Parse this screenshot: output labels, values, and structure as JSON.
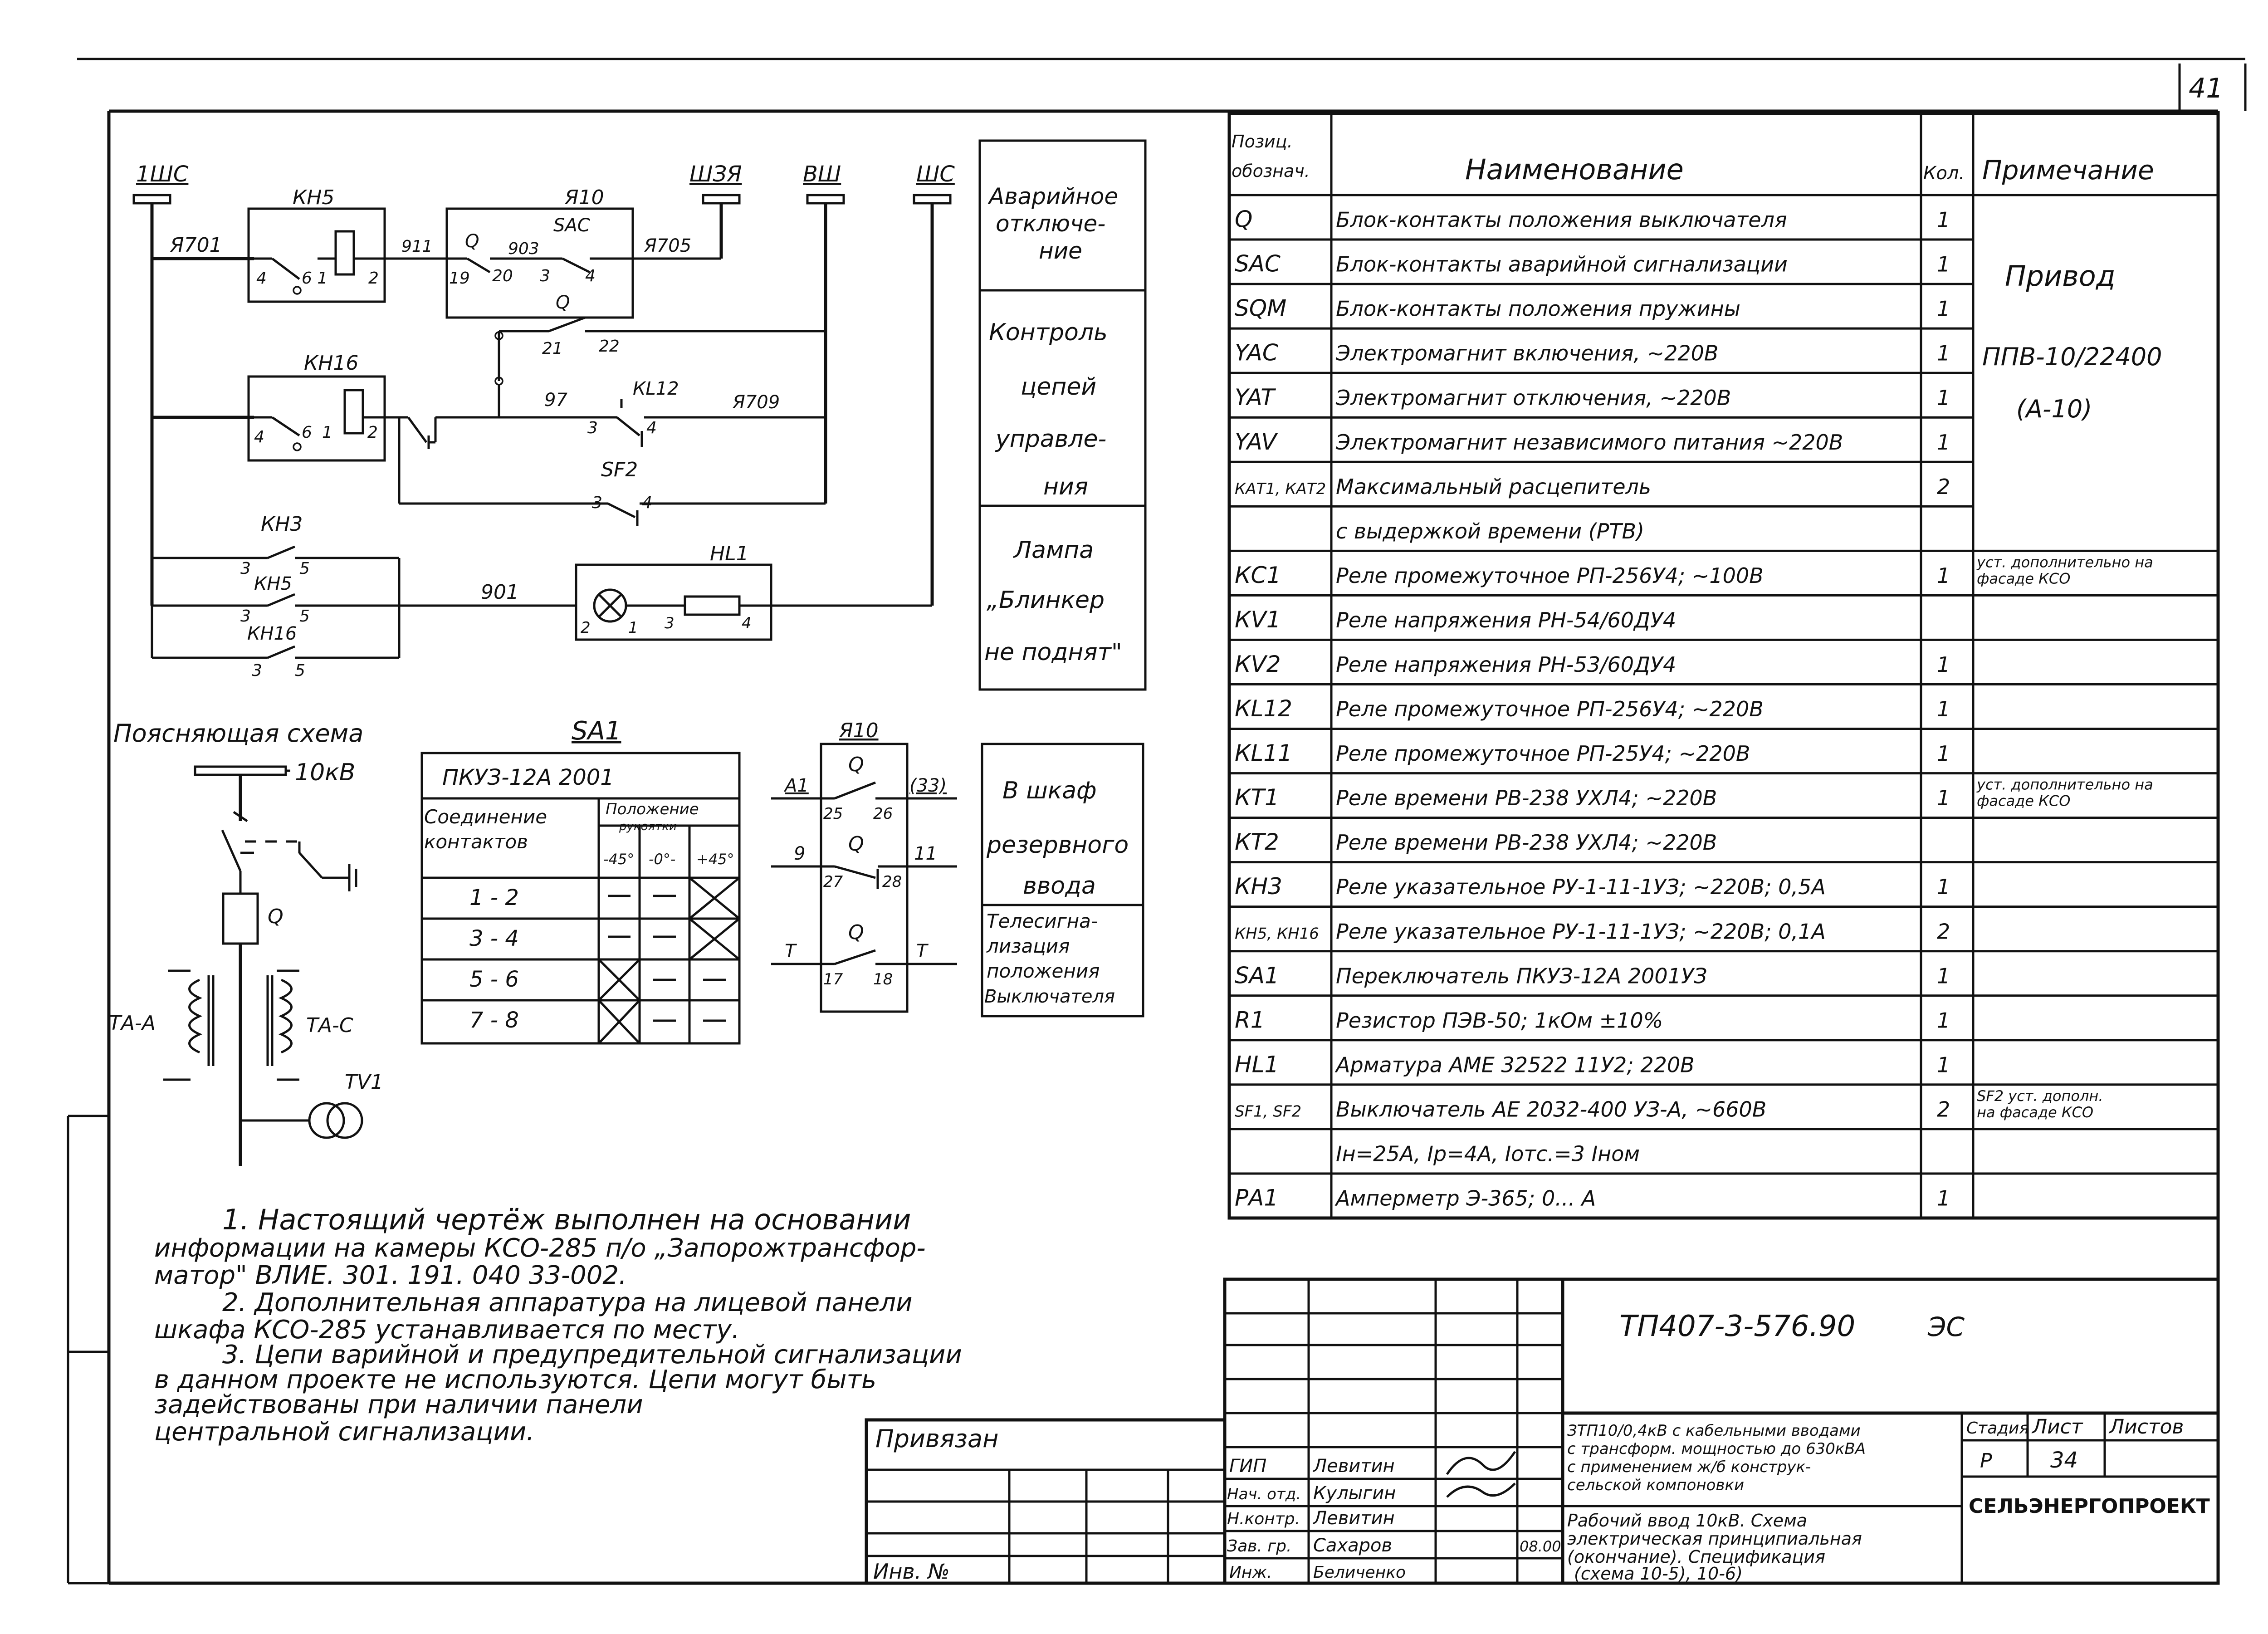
{
  "page_number": "41",
  "schematic": {
    "buses": {
      "b1": "1ШС",
      "b2": "ШЗЯ",
      "b3": "ВШ",
      "b4": "ШС"
    },
    "devices": {
      "kh5": "КН5",
      "a10_top": "Я10",
      "sac": "SAC",
      "q_top": "Q",
      "q_mid": "Q",
      "kh16": "КН16",
      "kl12": "КL12",
      "sf2": "SF2",
      "kh3": "КН3",
      "kh5b": "КН5",
      "kh16b": "КН16",
      "hl1": "HL1"
    },
    "wires": {
      "w701": "Я701",
      "w911": "911",
      "w903": "903",
      "w705": "Я705",
      "w97": "97",
      "w709": "Я709",
      "w901": "901"
    },
    "pins": {
      "p4a": "4",
      "p61": "6 1",
      "p2a": "2",
      "p19": "19",
      "p20": "20",
      "p3a": "3",
      "p4b": "4",
      "p21": "21",
      "p22": "22",
      "p4c": "4",
      "p6": "6",
      "p1": "1",
      "p2b": "2",
      "p3b": "3",
      "p4d": "4",
      "p3c": "3",
      "p4e": "4",
      "p3d": "3",
      "p5a": "5",
      "p3e": "3",
      "p5b": "5",
      "p3f": "3",
      "p5c": "5",
      "p2c": "2",
      "p1b": "1",
      "p3g": "3",
      "p4f": "4"
    }
  },
  "section_labels": {
    "emergency": [
      "Аварийное",
      "отключе-",
      "ние"
    ],
    "control": [
      "Контроль",
      "цепей",
      "управле-",
      "ния"
    ],
    "lamp": [
      "Лампа",
      "„Блинкер",
      "не поднят\""
    ],
    "reserve": [
      "В шкаф",
      "резервного",
      "ввода"
    ],
    "telesignal": [
      "Телесигна-",
      "лизация",
      "положения",
      "Выключателя"
    ]
  },
  "explanatory": {
    "title": "Поясняющая схема",
    "voltage": "10кВ",
    "q": "Q",
    "ta_a": "ТА-А",
    "ta_c": "ТА-С",
    "tv1": "TV1"
  },
  "switch_table": {
    "title": "SA1",
    "model": "ПКУЗ-12А 2001",
    "col1": [
      "Соединение",
      "контактов"
    ],
    "col2": [
      "Положение",
      "рукоятки"
    ],
    "positions": [
      "-45°",
      "-0°-",
      "+45°"
    ],
    "rows": [
      {
        "contacts": "1 - 2",
        "cells": [
          "—",
          "—",
          "X"
        ]
      },
      {
        "contacts": "3 - 4",
        "cells": [
          "—",
          "—",
          "X"
        ]
      },
      {
        "contacts": "5 - 6",
        "cells": [
          "X",
          "—",
          "—"
        ]
      },
      {
        "contacts": "7 - 8",
        "cells": [
          "X",
          "—",
          "—"
        ]
      }
    ]
  },
  "a10_block": {
    "title": "Я10",
    "rows": [
      {
        "left": "А1",
        "q": "Q",
        "p1": "25",
        "p2": "26",
        "right": "(33)"
      },
      {
        "left": "9",
        "q": "Q",
        "p1": "27",
        "p2": "28",
        "right": "11"
      },
      {
        "left": "Т",
        "q": "Q",
        "p1": "17",
        "p2": "18",
        "right": "Т"
      }
    ]
  },
  "spec_table": {
    "headers": {
      "pos": [
        "Позиц.",
        "обознач."
      ],
      "name": "Наименование",
      "qty": "Кол.",
      "note": "Примечание"
    },
    "rows": [
      {
        "pos": "Q",
        "name": "Блок-контакты положения выключателя",
        "qty": "1",
        "note": ""
      },
      {
        "pos": "SAC",
        "name": "Блок-контакты аварийной сигнализации",
        "qty": "1",
        "note": ""
      },
      {
        "pos": "SQM",
        "name": "Блок-контакты положения пружины",
        "qty": "1",
        "note": ""
      },
      {
        "pos": "YAC",
        "name": "Электромагнит включения, ~220В",
        "qty": "1",
        "note": ""
      },
      {
        "pos": "YAT",
        "name": "Электромагнит отключения, ~220В",
        "qty": "1",
        "note": ""
      },
      {
        "pos": "YAV",
        "name": "Электромагнит независимого питания ~220В",
        "qty": "1",
        "note": ""
      },
      {
        "pos": "КАТ1, КАТ2",
        "name": "Максимальный расцепитель",
        "qty": "2",
        "note": ""
      },
      {
        "pos": "",
        "name": "с выдержкой времени (РТВ)",
        "qty": "",
        "note": ""
      },
      {
        "pos": "КС1",
        "name": "Реле промежуточное РП-256У4; ~100В",
        "qty": "1",
        "note": "уст. дополнительно на фасаде КСО"
      },
      {
        "pos": "КV1",
        "name": "Реле напряжения РН-54/60ДУ4",
        "qty": "",
        "note": ""
      },
      {
        "pos": "КV2",
        "name": "Реле напряжения РН-53/60ДУ4",
        "qty": "1",
        "note": ""
      },
      {
        "pos": "КL12",
        "name": "Реле промежуточное РП-256У4; ~220В",
        "qty": "1",
        "note": ""
      },
      {
        "pos": "КL11",
        "name": "Реле промежуточное РП-25У4; ~220В",
        "qty": "1",
        "note": ""
      },
      {
        "pos": "КТ1",
        "name": "Реле времени РВ-238 УХЛ4; ~220В",
        "qty": "1",
        "note": "уст. дополнительно на фасаде КСО"
      },
      {
        "pos": "КТ2",
        "name": "Реле времени РВ-238 УХЛ4; ~220В",
        "qty": "",
        "note": ""
      },
      {
        "pos": "КН3",
        "name": "Реле указательное РУ-1-11-1УЗ; ~220В; 0,5А",
        "qty": "1",
        "note": ""
      },
      {
        "pos": "КН5, КН16",
        "name": "Реле указательное РУ-1-11-1УЗ; ~220В; 0,1А",
        "qty": "2",
        "note": ""
      },
      {
        "pos": "SA1",
        "name": "Переключатель ПКУЗ-12А 2001УЗ",
        "qty": "1",
        "note": ""
      },
      {
        "pos": "R1",
        "name": "Резистор ПЭВ-50; 1кОм ±10%",
        "qty": "1",
        "note": ""
      },
      {
        "pos": "HL1",
        "name": "Арматура АМЕ 32522 11У2; 220В",
        "qty": "1",
        "note": ""
      },
      {
        "pos": "SF1, SF2",
        "name": "Выключатель АЕ 2032-400 УЗ-А, ~660В",
        "qty": "2",
        "note": "SF2 уст. дополн. на фасаде КСО"
      },
      {
        "pos": "",
        "name": "Iн=25А, Iр=4А, Iотс.=3 Iном",
        "qty": "",
        "note": ""
      },
      {
        "pos": "РА1",
        "name": "Амперметр Э-365; 0...  А",
        "qty": "1",
        "note": ""
      }
    ],
    "drive_note": [
      "Привод",
      "ППВ-10/22400",
      "(А-10)"
    ]
  },
  "notes": [
    "1. Настоящий чертёж выполнен на основании",
    "информации на камеры КСО-285 п/о „Запорожтрансфор-",
    "матор\" ВЛИЕ. 301. 191. 040 33-002.",
    "2. Дополнительная аппаратура на лицевой панели",
    "шкафа КСО-285 устанавливается по месту.",
    "3. Цепи варийной и предупредительной сигнализации",
    "в данном проекте не используются. Цепи могут быть",
    "задействованы при наличии панели",
    "центральной сигнализации."
  ],
  "title_block": {
    "code": "ТП407-3-576.90",
    "mark": "ЭС",
    "bound": "Привязан",
    "inv": "Инв. №",
    "roles": [
      "ГИП",
      "Нач. отд.",
      "Н.контр.",
      "Зав. гр.",
      "Инж."
    ],
    "names": [
      "Левитин",
      "Кулыгин",
      "Левитин",
      "Сахаров",
      "Беличенко"
    ],
    "date": "08.00",
    "object": [
      "ЗТП10/0,4кВ с кабельными вводами",
      "с трансформ. мощностью до 630кВА",
      "с применением ж/б конструк-",
      "сельской компоновки"
    ],
    "sheet_title": [
      "Рабочий ввод 10кВ. Схема",
      "электрическая принципиальная",
      "(окончание). Спецификация",
      "(схема 10-5), 10-6)"
    ],
    "stage_label": "Стадия",
    "sheet_label": "Лист",
    "sheets_label": "Листов",
    "stage": "Р",
    "sheet": "34",
    "org": "СЕЛЬЭНЕРГОПРОЕКТ"
  }
}
